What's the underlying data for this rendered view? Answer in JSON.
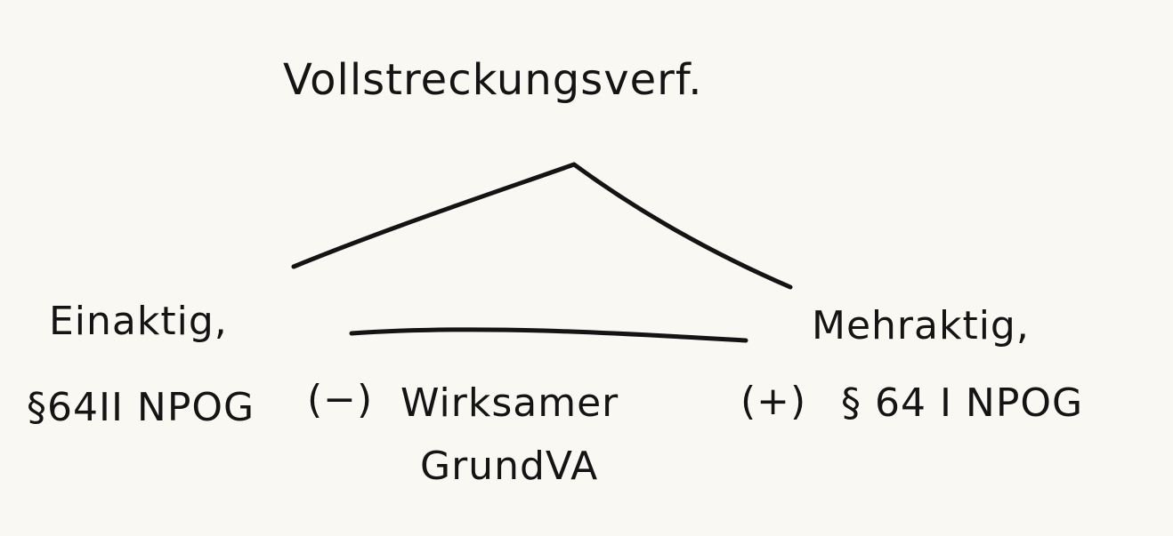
{
  "diagram": {
    "root": "Vollstreckungsverf.",
    "left": {
      "label": "Einaktig,",
      "law": "§64II NPOG"
    },
    "middle": {
      "prefix": "(−)",
      "line1": "Wirksamer",
      "line2": "GrundVA"
    },
    "right": {
      "label": "Mehraktig,",
      "prefix": "(+)",
      "law": "§ 64 I NPOG"
    },
    "ink_color": "#141414",
    "background_color": "#f9f8f3"
  }
}
